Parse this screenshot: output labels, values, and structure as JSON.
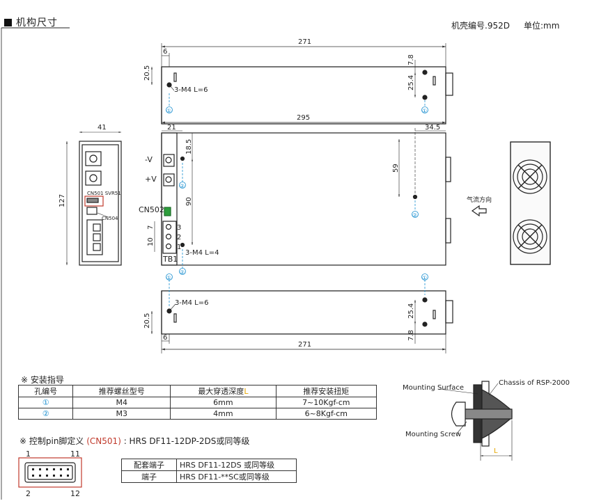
{
  "header": {
    "section_title": "机构尺寸",
    "case_number": "机壳编号.952D",
    "unit": "单位:mm"
  },
  "top_view": {
    "dim_length": "271",
    "dim_offset": "6",
    "dim_right_top": "7.8",
    "dim_hole_spacing": "25.4",
    "dim_left_hole": "20.5",
    "screw_note": "3-M4  L=6",
    "marker": "①"
  },
  "front_view": {
    "dim_length": "295",
    "dim_left": "21",
    "dim_right": "34.5",
    "dim_vertical_1": "18.5",
    "dim_vertical_2": "90",
    "dim_vertical_3": "59",
    "label_neg": "-V",
    "label_pos": "+V",
    "label_cn502": "CN502",
    "label_tb1": "TB1",
    "dim_pitch_7": "7",
    "dim_pitch_10": "10",
    "pins": [
      "3",
      "2",
      "1"
    ],
    "screw_note": "3-M4  L=4",
    "marker": "②"
  },
  "side_view": {
    "dim_width": "41",
    "dim_height": "127",
    "label_cn501_svr51": "CN501 SVR51",
    "label_cn504": "CN504"
  },
  "fan_view": {
    "airflow_label": "气流方向"
  },
  "bottom_view": {
    "dim_length": "271",
    "dim_offset": "6",
    "dim_right_bottom": "7.8",
    "dim_hole_spacing": "25.4",
    "dim_left_hole": "20.5",
    "screw_note": "3-M4  L=6",
    "marker": "①"
  },
  "install_guide": {
    "title": "※ 安装指导",
    "headers": [
      "孔编号",
      "推荐螺丝型号",
      "最大穿透深度",
      "推荐安装扭矩"
    ],
    "header_highlight": "L",
    "rows": [
      {
        "hole": "①",
        "screw": "M4",
        "depth": "6mm",
        "torque": "7~10Kgf-cm"
      },
      {
        "hole": "②",
        "screw": "M3",
        "depth": "4mm",
        "torque": "6~8Kgf-cm"
      }
    ]
  },
  "pin_definition": {
    "title_prefix": "※ 控制pin脚定义 ",
    "title_connector": "(CN501)",
    "title_suffix": " : HRS DF11-12DP-2DS或同等级",
    "pin_top_left": "1",
    "pin_top_right": "11",
    "pin_bottom_left": "2",
    "pin_bottom_right": "12",
    "terminals": [
      {
        "label": "配套端子",
        "value": "HRS DF11-12DS 或同等级"
      },
      {
        "label": "端子",
        "value": "HRS DF11-**SC或同等级"
      }
    ]
  },
  "mounting_diagram": {
    "mounting_surface": "Mounting Surface",
    "chassis": "Chassis of RSP-2000",
    "mounting_screw": "Mounting Screw",
    "length_label": "L"
  },
  "colors": {
    "line": "#222222",
    "dim": "#333333",
    "marker_blue": "#1a8fd0",
    "cn501_red": "#c0392b",
    "highlight_orange": "#e6a700",
    "connector_green": "#2e9e3c"
  }
}
